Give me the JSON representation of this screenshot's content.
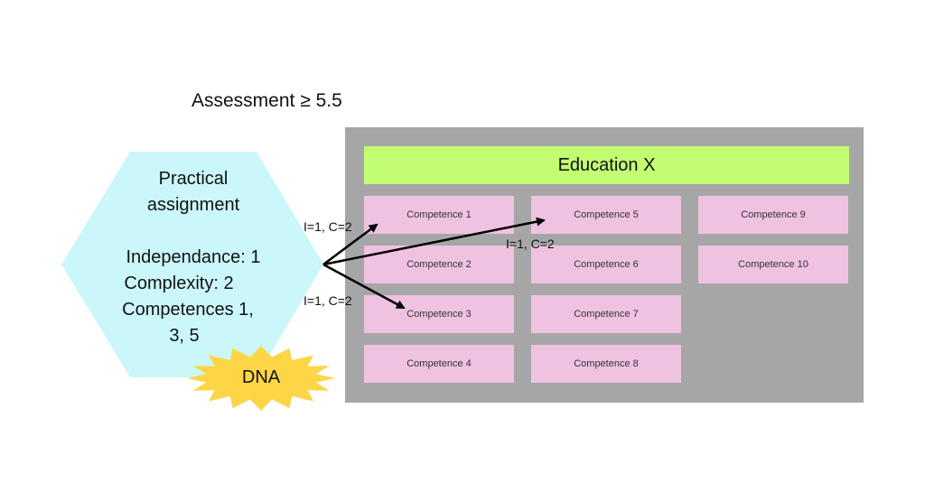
{
  "title": "Assessment ≥ 5.5",
  "education": {
    "header": "Education X"
  },
  "competences": [
    "Competence 1",
    "Competence 2",
    "Competence 3",
    "Competence 4",
    "Competence 5",
    "Competence 6",
    "Competence 7",
    "Competence 8",
    "Competence 9",
    "Competence 10"
  ],
  "assignment": {
    "title_line1": "Practical",
    "title_line2": "assignment",
    "line_independence": "Independance: 1",
    "line_complexity": "Complexity: 2",
    "line_competences_a": "Competences 1,",
    "line_competences_b": "3, 5"
  },
  "badge": "DNA",
  "edge_labels": [
    "I=1, C=2",
    "I=1, C=2",
    "I=1, C=2"
  ],
  "colors": {
    "hexagon": "#cbf7fb",
    "panel": "#a6a6a6",
    "header": "#c2fd72",
    "competence": "#efc2e1",
    "badge": "#fdd648"
  }
}
